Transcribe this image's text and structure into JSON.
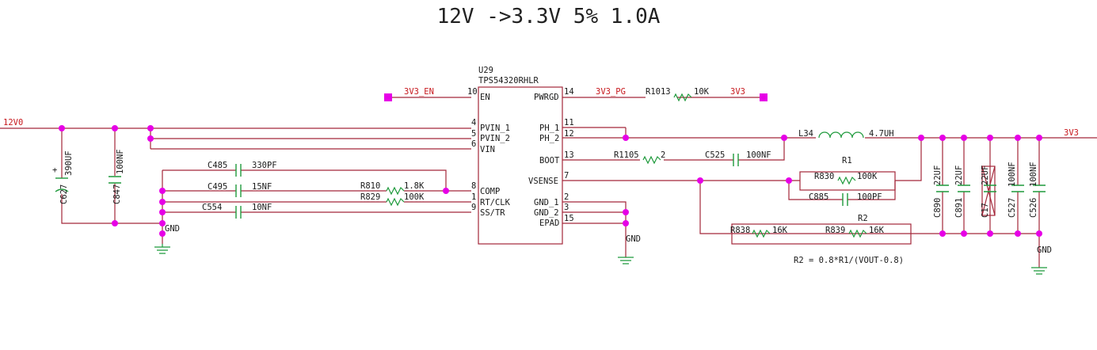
{
  "title": "12V ->3.3V 5% 1.0A",
  "ic": {
    "ref": "U29",
    "part": "TPS54320RHLR",
    "left_pins": [
      {
        "num": "10",
        "name": "EN"
      },
      {
        "num": "4",
        "name": "PVIN_1"
      },
      {
        "num": "5",
        "name": "PVIN_2"
      },
      {
        "num": "6",
        "name": "VIN"
      },
      {
        "num": "8",
        "name": "COMP"
      },
      {
        "num": "1",
        "name": "RT/CLK"
      },
      {
        "num": "9",
        "name": "SS/TR"
      }
    ],
    "right_pins": [
      {
        "num": "14",
        "name": "PWRGD"
      },
      {
        "num": "11",
        "name": "PH_1"
      },
      {
        "num": "12",
        "name": "PH_2"
      },
      {
        "num": "13",
        "name": "BOOT"
      },
      {
        "num": "7",
        "name": "VSENSE"
      },
      {
        "num": "2",
        "name": "GND_1"
      },
      {
        "num": "3",
        "name": "GND_2"
      },
      {
        "num": "15",
        "name": "EPAD"
      }
    ]
  },
  "nets": {
    "vin": "12V0",
    "en": "3V3_EN",
    "pg": "3V3_PG",
    "pg_pullup": "3V3",
    "vout": "3V3",
    "gnd": "GND"
  },
  "components": {
    "c627": {
      "ref": "C627",
      "value": "390UF",
      "polarity": "+"
    },
    "c847": {
      "ref": "C847",
      "value": "100NF"
    },
    "c485": {
      "ref": "C485",
      "value": "330PF"
    },
    "c495": {
      "ref": "C495",
      "value": "15NF"
    },
    "c554": {
      "ref": "C554",
      "value": "10NF"
    },
    "r810": {
      "ref": "R810",
      "value": "1.8K"
    },
    "r829": {
      "ref": "R829",
      "value": "100K"
    },
    "r1013": {
      "ref": "R1013",
      "value": "10K"
    },
    "r1105": {
      "ref": "R1105",
      "value": "2"
    },
    "c525": {
      "ref": "C525",
      "value": "100NF"
    },
    "l34": {
      "ref": "L34",
      "value": "4.7UH"
    },
    "r830": {
      "ref": "R830",
      "value": "100K"
    },
    "c885": {
      "ref": "C885",
      "value": "100PF"
    },
    "r838": {
      "ref": "R838",
      "value": "16K"
    },
    "r839": {
      "ref": "R839",
      "value": "16K"
    },
    "c890": {
      "ref": "C890",
      "value": "22UF"
    },
    "c891": {
      "ref": "C891",
      "value": "22UF"
    },
    "c17": {
      "ref": "C17",
      "value": "22UF"
    },
    "c527": {
      "ref": "C527",
      "value": "100NF"
    },
    "c526": {
      "ref": "C526",
      "value": "100NF"
    }
  },
  "groups": {
    "r1": "R1",
    "r2": "R2"
  },
  "formula": "R2 = 0.8*R1/(VOUT-0.8)"
}
